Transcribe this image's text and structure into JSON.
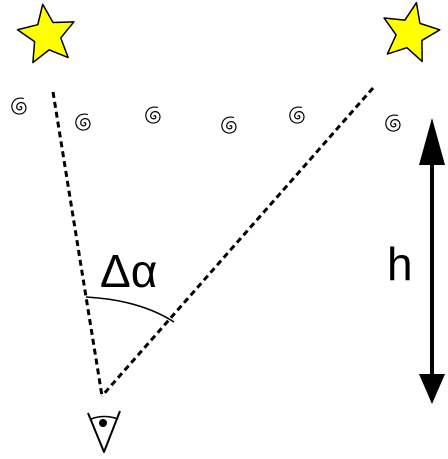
{
  "labels": {
    "angle": "Δα",
    "height": "h"
  },
  "colors": {
    "star_fill": "#ffff00",
    "star_stroke": "#000000",
    "line": "#000000",
    "background": "#ffffff"
  },
  "elements": {
    "stars": [
      "star-icon",
      "star-icon"
    ],
    "turbulence": "spiral-icon",
    "observer": "eye-icon",
    "height_marker": "double-arrow"
  }
}
